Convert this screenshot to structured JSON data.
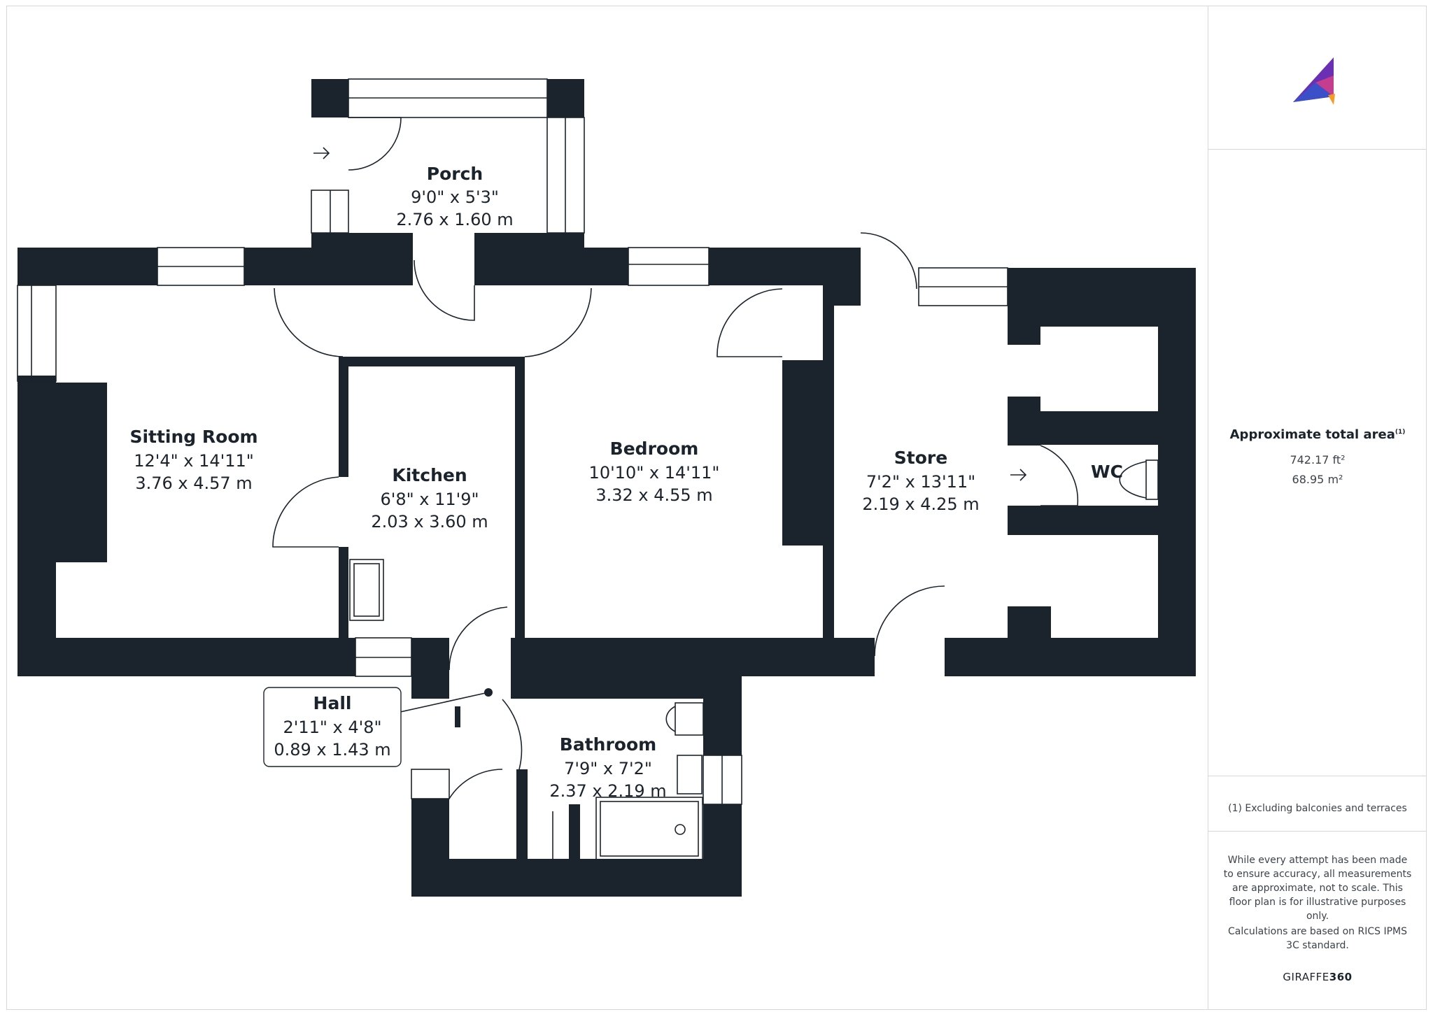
{
  "rooms": [
    {
      "name": "Porch",
      "imperial": "9'0\" x 5'3\"",
      "metric": "2.76 x 1.60 m"
    },
    {
      "name": "Sitting Room",
      "imperial": "12'4\" x 14'11\"",
      "metric": "3.76 x 4.57 m"
    },
    {
      "name": "Kitchen",
      "imperial": "6'8\" x 11'9\"",
      "metric": "2.03 x 3.60 m"
    },
    {
      "name": "Bedroom",
      "imperial": "10'10\" x 14'11\"",
      "metric": "3.32 x 4.55 m"
    },
    {
      "name": "Store",
      "imperial": "7'2\" x 13'11\"",
      "metric": "2.19 x 4.25 m"
    },
    {
      "name": "WC"
    },
    {
      "name": "Hall",
      "imperial": "2'11\" x 4'8\"",
      "metric": "0.89 x 1.43 m"
    },
    {
      "name": "Bathroom",
      "imperial": "7'9\" x 7'2\"",
      "metric": "2.37 x 2.19 m"
    }
  ],
  "area": {
    "title": "Approximate total area",
    "footnote_mark": "(1)",
    "imperial": "742.17 ft²",
    "metric": "68.95 m²"
  },
  "footnote": "(1) Excluding balconies and terraces",
  "disclaimer": "While every attempt has been made to ensure accuracy, all measurements are approximate, not to scale. This floor plan is for illustrative purposes only.",
  "calculation_note": "Calculations are based on RICS IPMS 3C standard.",
  "brand": {
    "prefix": "GIRAFFE",
    "suffix": "360"
  },
  "colors": {
    "wall": "#1b232c",
    "text": "#1b232c",
    "border": "#d4d7db",
    "logo_purple": "#6a2fb3",
    "logo_blue": "#3a4fc8",
    "logo_orange": "#f59a23",
    "logo_pink": "#c43d8f"
  }
}
